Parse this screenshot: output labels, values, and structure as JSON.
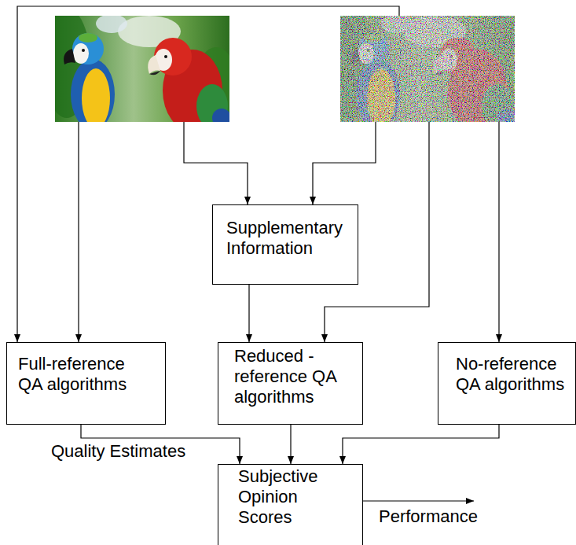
{
  "diagram": {
    "nodes": [
      {
        "text": [
          "Supplementary Information"
        ]
      },
      {
        "text": [
          "Full-reference QA algorithms"
        ]
      },
      {
        "text": [
          "Reduced - reference QA algorithms"
        ]
      },
      {
        "text": [
          "No-reference QA algorithms"
        ]
      },
      {
        "text": [
          "Subjective Opinion Scores"
        ]
      }
    ],
    "edges": [
      {
        "from": 0,
        "to": 2,
        "arrow": "to"
      },
      {
        "from": 1,
        "to": 4,
        "label": "Quality Estimates",
        "arrow": "to"
      },
      {
        "from": 2,
        "to": 4,
        "arrow": "to"
      },
      {
        "from": 3,
        "to": 4,
        "arrow": "to"
      }
    ],
    "labels": [
      "Performance"
    ]
  }
}
